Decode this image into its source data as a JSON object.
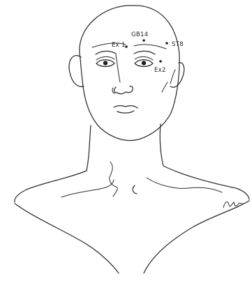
{
  "points": [
    {
      "id": "ex1",
      "label": "Ex 1"
    },
    {
      "id": "gb14",
      "label": "GB14"
    },
    {
      "id": "st8",
      "label": "ST8"
    },
    {
      "id": "ex2",
      "label": "Ex2"
    }
  ],
  "colors": {
    "ink": "#2b2b2b",
    "background": "#ffffff"
  }
}
